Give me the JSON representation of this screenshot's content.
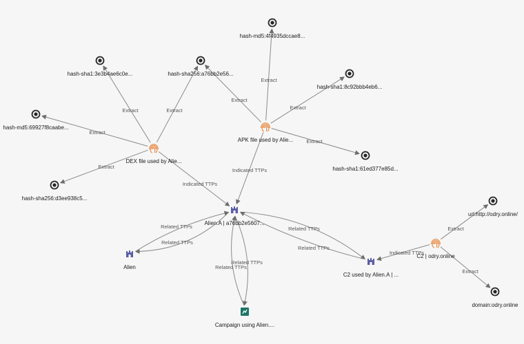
{
  "colors": {
    "background": "#f5f6f5",
    "edge": "#8a8a8a",
    "observable": "#262626",
    "file": "#e8843b",
    "intrusion_set": "#5b5ea6",
    "campaign": "#1c7468"
  },
  "nodes": [
    {
      "id": "md5_4f",
      "label": "hash-md5:4f4935dccae8...",
      "type": "observable",
      "icon": "target-circle-icon"
    },
    {
      "id": "sha1_3e",
      "label": "hash-sha1:3e3b4ae6c0e...",
      "type": "observable",
      "icon": "target-circle-icon"
    },
    {
      "id": "sha256_a7",
      "label": "hash-sha256:a76bb2e56...",
      "type": "observable",
      "icon": "target-circle-icon"
    },
    {
      "id": "sha1_8c",
      "label": "hash-sha1:8c92bbb4eb6...",
      "type": "observable",
      "icon": "target-circle-icon"
    },
    {
      "id": "md5_69",
      "label": "hash-md5:69927f8caabe...",
      "type": "observable",
      "icon": "target-circle-icon"
    },
    {
      "id": "apk",
      "label": "APK file used by Alie...",
      "type": "file",
      "icon": "fingerprint-icon"
    },
    {
      "id": "dex",
      "label": "DEX file used by Alie...",
      "type": "file",
      "icon": "fingerprint-icon"
    },
    {
      "id": "sha1_61",
      "label": "hash-sha1:61ed377e85d...",
      "type": "observable",
      "icon": "target-circle-icon"
    },
    {
      "id": "sha256_d3",
      "label": "hash-sha256:d3ee938c5...",
      "type": "observable",
      "icon": "target-circle-icon"
    },
    {
      "id": "url_odry",
      "label": "url:http://odry.online/",
      "type": "observable",
      "icon": "target-circle-icon"
    },
    {
      "id": "aliena",
      "label": "Alien.A | a76bb2e5607...",
      "type": "intrusion_set",
      "icon": "castle-icon"
    },
    {
      "id": "c2",
      "label": "C2 | odry.online",
      "type": "file",
      "icon": "fingerprint-icon"
    },
    {
      "id": "alien",
      "label": "Alien",
      "type": "intrusion_set",
      "icon": "castle-icon"
    },
    {
      "id": "c2used",
      "label": "C2 used by Alien.A | ...",
      "type": "intrusion_set",
      "icon": "castle-icon"
    },
    {
      "id": "domain_odry",
      "label": "domain:odry.online",
      "type": "observable",
      "icon": "target-circle-icon"
    },
    {
      "id": "campaign",
      "label": "Campaign using Alien....",
      "type": "campaign",
      "icon": "campaign-icon"
    }
  ],
  "edges": [
    {
      "from": "apk",
      "to": "md5_4f",
      "label": "Extract"
    },
    {
      "from": "apk",
      "to": "sha256_a7",
      "label": "Extract"
    },
    {
      "from": "apk",
      "to": "sha1_8c",
      "label": "Extract"
    },
    {
      "from": "apk",
      "to": "sha1_61",
      "label": "Extract"
    },
    {
      "from": "apk",
      "to": "aliena",
      "label": "Indicated TTPs"
    },
    {
      "from": "dex",
      "to": "sha1_3e",
      "label": "Extract"
    },
    {
      "from": "dex",
      "to": "sha256_a7",
      "label": "Extract"
    },
    {
      "from": "dex",
      "to": "md5_69",
      "label": "Extract"
    },
    {
      "from": "dex",
      "to": "sha256_d3",
      "label": "Extract"
    },
    {
      "from": "dex",
      "to": "aliena",
      "label": "Indicated TTPs"
    },
    {
      "from": "aliena",
      "to": "alien",
      "label": "Related TTPs"
    },
    {
      "from": "alien",
      "to": "aliena",
      "label": "Related TTPs"
    },
    {
      "from": "aliena",
      "to": "c2used",
      "label": "Related TTPs"
    },
    {
      "from": "c2used",
      "to": "aliena",
      "label": "Related TTPs"
    },
    {
      "from": "aliena",
      "to": "campaign",
      "label": "Related TTPs"
    },
    {
      "from": "campaign",
      "to": "aliena",
      "label": "Related TTPs"
    },
    {
      "from": "c2",
      "to": "c2used",
      "label": "Indicated TTPs"
    },
    {
      "from": "c2",
      "to": "url_odry",
      "label": "Extract"
    },
    {
      "from": "c2",
      "to": "domain_odry",
      "label": "Extract"
    }
  ]
}
